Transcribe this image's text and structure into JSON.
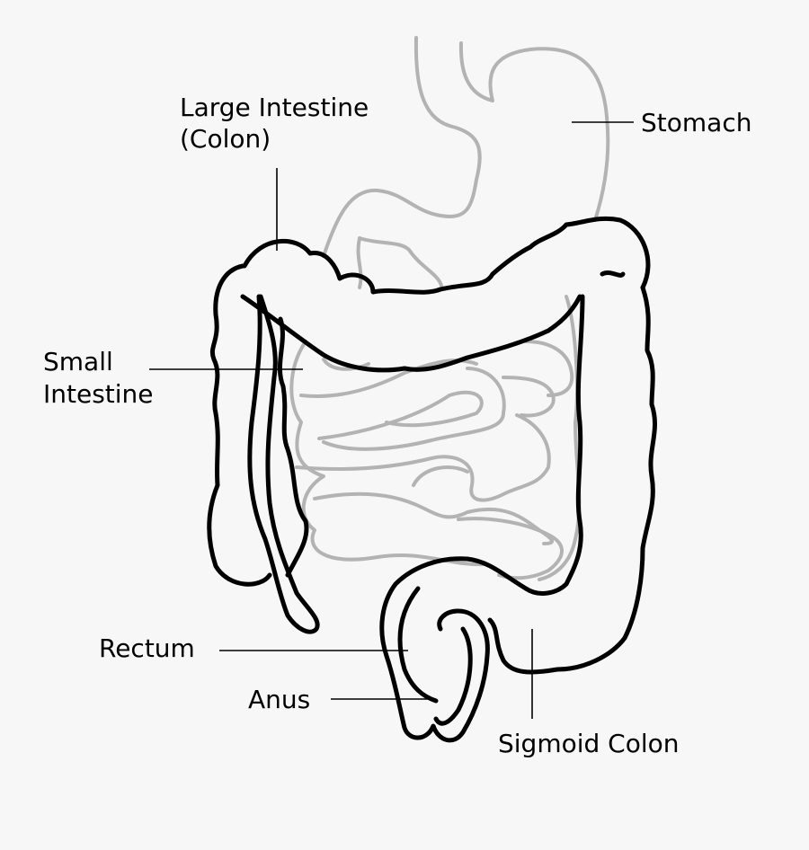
{
  "labels": {
    "large_intestine": {
      "line1": "Large Intestine",
      "line2": "(Colon)"
    },
    "stomach": "Stomach",
    "small_intestine": {
      "line1": "Small",
      "line2": "Intestine"
    },
    "rectum": "Rectum",
    "anus": "Anus",
    "sigmoid_colon": "Sigmoid Colon"
  },
  "colors": {
    "background": "#f7f7f7",
    "colon_outline": "#000000",
    "other_organs": "#b3b3b3"
  }
}
